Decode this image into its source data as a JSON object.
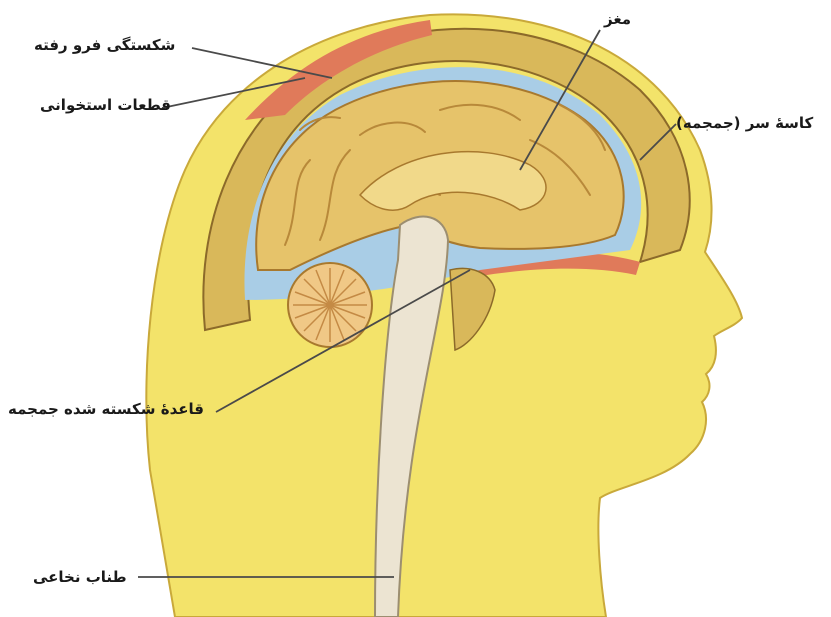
{
  "labels": {
    "depressed_fracture": "شکستگی فرو رفته",
    "bone_fragments": "قطعات استخوانی",
    "brain": "مغز",
    "skull": "کاسهٔ سر (جمجمه)",
    "skull_base_fracture": "قاعدهٔ شکسته شده جمجمه",
    "spinal_cord": "طناب نخاعی"
  },
  "colors": {
    "skin": "#f3e36a",
    "skin_edge": "#c9a93a",
    "injury": "#e07a5a",
    "csf": "#a9cde6",
    "brain": "#e6c36a",
    "brain_fold": "#b8893a",
    "cerebellum": "#f0c886",
    "cord": "#ece4d2",
    "leader": "#4a4a4a"
  }
}
